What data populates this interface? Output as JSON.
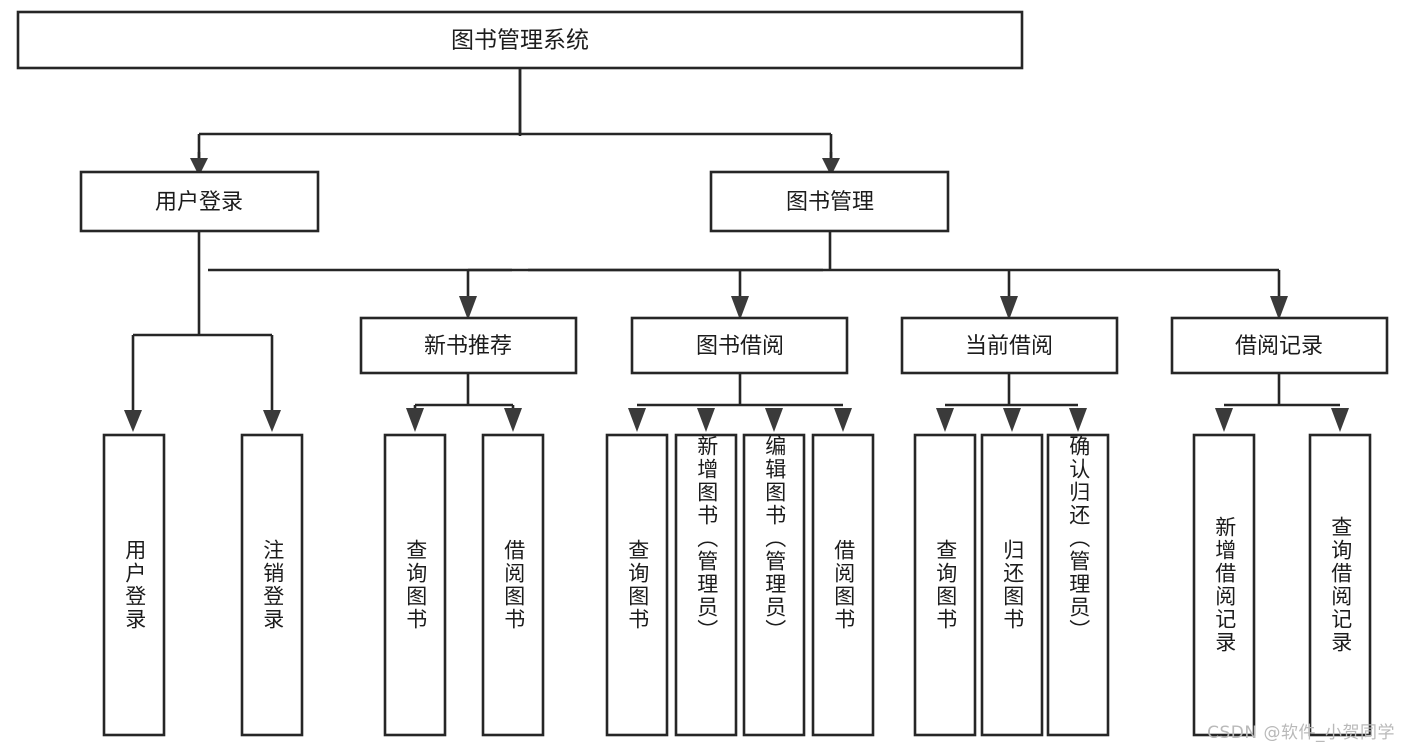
{
  "diagram": {
    "title": "图书管理系统",
    "type": "tree-hierarchy-diagram",
    "watermark": "CSDN @软件_小贺同学",
    "colors": {
      "background": "#ffffff",
      "box_fill": "#ffffff",
      "box_stroke": "#262626",
      "connector": "#262626",
      "arrow_fill": "#3a3a3a",
      "text": "#1c1c1c",
      "watermark": "#b9b9b9"
    },
    "root": {
      "label": "图书管理系统"
    },
    "level2": [
      {
        "label": "用户登录"
      },
      {
        "label": "图书管理"
      }
    ],
    "level3": [
      {
        "label": "新书推荐"
      },
      {
        "label": "图书借阅"
      },
      {
        "label": "当前借阅"
      },
      {
        "label": "借阅记录"
      }
    ],
    "leaves": {
      "user_login": [
        {
          "label": "用户登录"
        },
        {
          "label": "注销登录"
        }
      ],
      "new_book_recommend": [
        {
          "label": "查询图书"
        },
        {
          "label": "借阅图书"
        }
      ],
      "book_borrow": [
        {
          "label": "查询图书"
        },
        {
          "label": "新增图书（管理员）"
        },
        {
          "label": "编辑图书（管理员）"
        },
        {
          "label": "借阅图书"
        }
      ],
      "current_borrow": [
        {
          "label": "查询图书"
        },
        {
          "label": "归还图书"
        },
        {
          "label": "确认归还（管理员）"
        }
      ],
      "borrow_record": [
        {
          "label": "新增借阅记录"
        },
        {
          "label": "查询借阅记录"
        }
      ]
    }
  }
}
